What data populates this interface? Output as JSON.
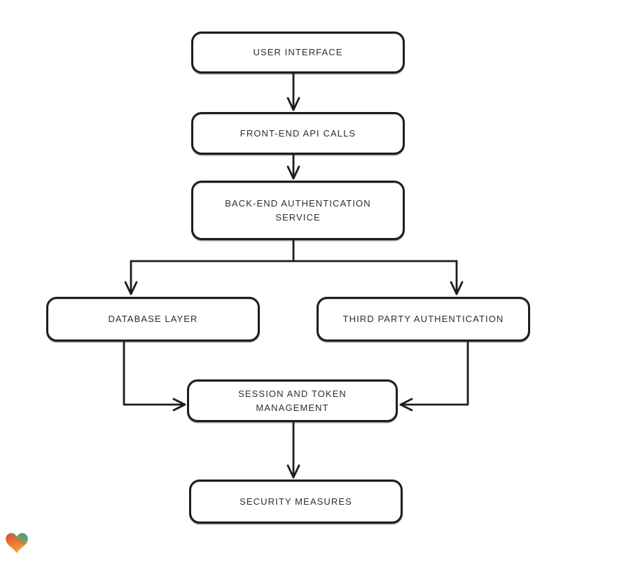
{
  "diagram": {
    "type": "flowchart",
    "colors": {
      "background": "#ffffff",
      "node_fill": "#ffffff",
      "stroke": "#1d1d1d",
      "text": "#2d2d2d"
    },
    "nodes": [
      {
        "id": "user-interface",
        "label": "USER INTERFACE",
        "lines": [
          "USER INTERFACE"
        ]
      },
      {
        "id": "front-end-api-calls",
        "label": "FRONT-END API CALLS",
        "lines": [
          "FRONT-END API CALLS"
        ]
      },
      {
        "id": "back-end-authentication-service",
        "label": "BACK-END AUTHENTICATION SERVICE",
        "lines": [
          "BACK-END AUTHENTICATION",
          "SERVICE"
        ]
      },
      {
        "id": "database-layer",
        "label": "DATABASE LAYER",
        "lines": [
          "DATABASE LAYER"
        ]
      },
      {
        "id": "third-party-authentication",
        "label": "THIRD PARTY AUTHENTICATION",
        "lines": [
          "THIRD PARTY AUTHENTICATION"
        ]
      },
      {
        "id": "session-and-token-management",
        "label": "SESSION AND TOKEN MANAGEMENT",
        "lines": [
          "SESSION AND TOKEN",
          "MANAGEMENT"
        ]
      },
      {
        "id": "security-measures",
        "label": "SECURITY MEASURES",
        "lines": [
          "SECURITY MEASURES"
        ]
      }
    ],
    "edges": [
      {
        "from": "user-interface",
        "to": "front-end-api-calls"
      },
      {
        "from": "front-end-api-calls",
        "to": "back-end-authentication-service"
      },
      {
        "from": "back-end-authentication-service",
        "to": "database-layer"
      },
      {
        "from": "back-end-authentication-service",
        "to": "third-party-authentication"
      },
      {
        "from": "database-layer",
        "to": "session-and-token-management"
      },
      {
        "from": "third-party-authentication",
        "to": "session-and-token-management"
      },
      {
        "from": "session-and-token-management",
        "to": "security-measures"
      }
    ],
    "logo": {
      "name": "eraser-heart-logo",
      "colors": [
        "#e8403a",
        "#2f9cd8",
        "#4fae62",
        "#f5a23c"
      ]
    }
  }
}
